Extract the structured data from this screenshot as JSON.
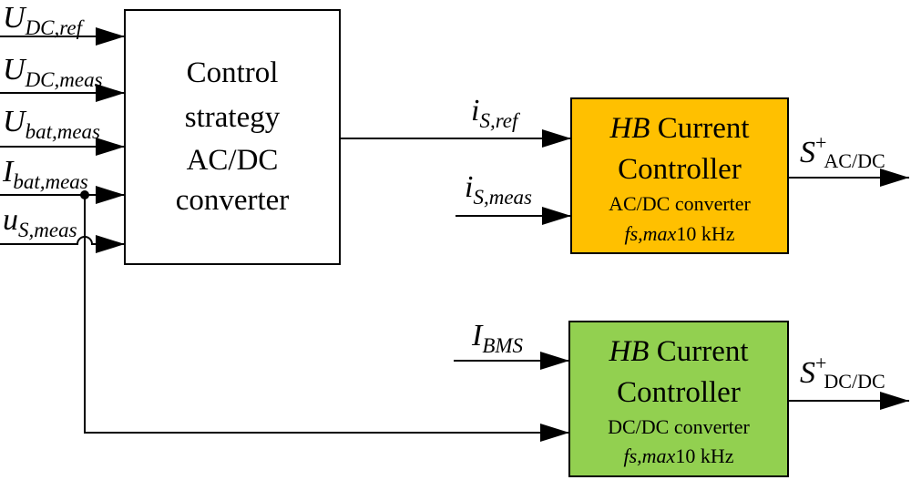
{
  "inputs": {
    "u_dc_ref": {
      "main": "U",
      "sub": "DC,ref"
    },
    "u_dc_meas": {
      "main": "U",
      "sub": "DC,meas"
    },
    "u_bat_meas": {
      "main": "U",
      "sub": "bat,meas"
    },
    "i_bat_meas": {
      "main": "I",
      "sub": "bat,meas"
    },
    "u_s_meas": {
      "main": "u",
      "sub": "S,meas"
    }
  },
  "control_block": {
    "line1": "Control",
    "line2": "strategy",
    "line3": "AC/DC",
    "line4": "converter"
  },
  "signals": {
    "i_s_ref": {
      "main": "i",
      "sub": "S,ref"
    },
    "i_s_meas": {
      "main": "i",
      "sub": "S,meas"
    },
    "i_bms": {
      "main": "I",
      "sub": "BMS"
    }
  },
  "ac_controller": {
    "title_italic": "HB",
    "title_rest": " Current",
    "line2": "Controller",
    "line3": "AC/DC converter",
    "freq_italic": "fs,max",
    "freq_rest": "10 kHz",
    "fill": "#ffc000"
  },
  "dc_controller": {
    "title_italic": "HB",
    "title_rest": " Current",
    "line2": "Controller",
    "line3": "DC/DC converter",
    "freq_italic": "fs,max",
    "freq_rest": "10 kHz",
    "fill": "#92d050"
  },
  "outputs": {
    "s_ac_dc": {
      "main": "S",
      "sup": "+",
      "sub": "AC/DC"
    },
    "s_dc_dc": {
      "main": "S",
      "sup": "+",
      "sub": "DC/DC"
    }
  }
}
